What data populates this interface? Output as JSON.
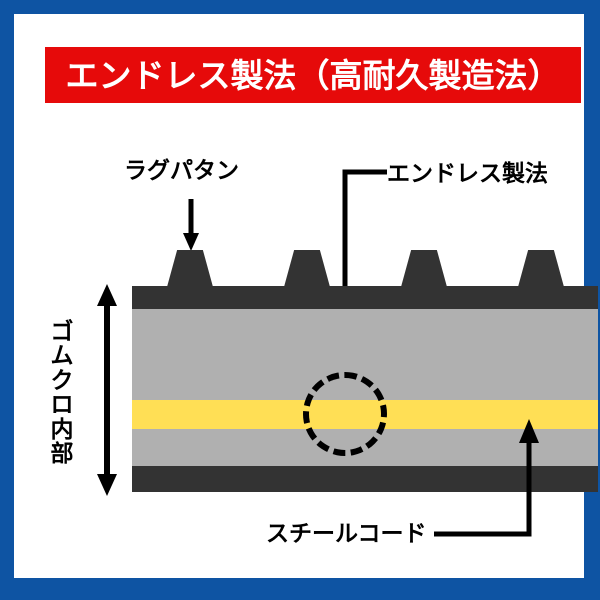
{
  "page": {
    "border_color": "#0e54a3",
    "background_color": "#ffffff"
  },
  "title": {
    "text": "エンドレス製法（高耐久製造法）",
    "background_color": "#e60a0a",
    "text_color": "#ffffff"
  },
  "annotations": {
    "lug_pattern": {
      "label": "ラグパタン",
      "icon": "down-arrow-icon"
    },
    "endless_method": {
      "label": "エンドレス製法",
      "icon": "elbow-leader-line-icon"
    },
    "rubber_interior": {
      "label": "ゴムクロ内部",
      "chars": [
        "ゴ",
        "ム",
        "ク",
        "ロ",
        "内",
        "部"
      ],
      "icon": "double-headed-vertical-arrow-icon"
    },
    "steel_cord": {
      "label": "スチールコード",
      "icon": "elbow-leader-arrow-icon"
    }
  },
  "cross_section": {
    "layers": [
      {
        "name": "lug-pattern",
        "color": "#333333"
      },
      {
        "name": "tread-rubber",
        "color": "#333333"
      },
      {
        "name": "upper-rubber",
        "color": "#b0b0b0"
      },
      {
        "name": "steel-cord-layer",
        "color": "#ffdf55"
      },
      {
        "name": "lower-rubber",
        "color": "#b0b0b0"
      },
      {
        "name": "base-rubber",
        "color": "#333333"
      }
    ],
    "lug_count": 4,
    "detail_circle": {
      "style": "dashed",
      "color": "#000000"
    }
  }
}
